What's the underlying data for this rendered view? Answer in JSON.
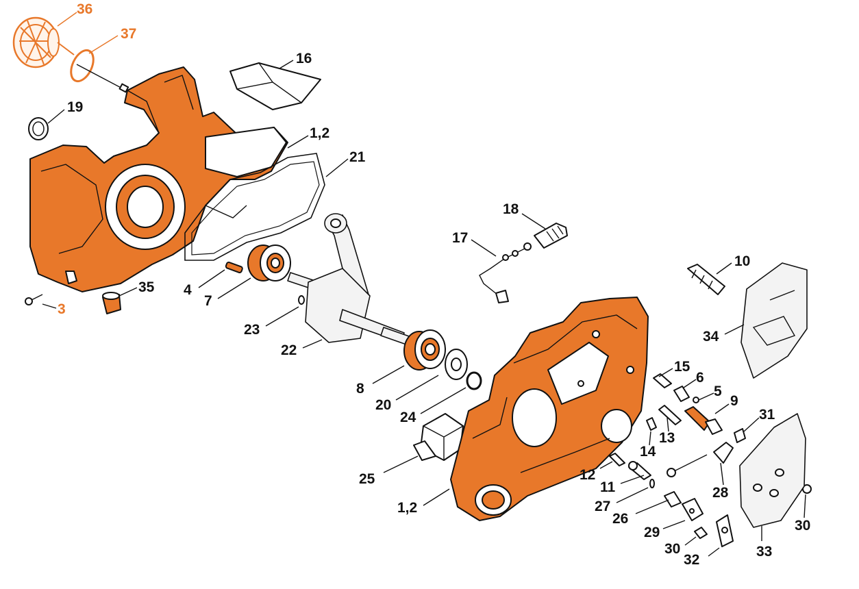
{
  "diagram": {
    "callouts": [
      {
        "id": "c36",
        "text": "36",
        "highlight": true
      },
      {
        "id": "c37",
        "text": "37",
        "highlight": true
      },
      {
        "id": "c16",
        "text": "16"
      },
      {
        "id": "c19",
        "text": "19"
      },
      {
        "id": "c12a",
        "text": "1,2"
      },
      {
        "id": "c21",
        "text": "21"
      },
      {
        "id": "c18",
        "text": "18"
      },
      {
        "id": "c17",
        "text": "17"
      },
      {
        "id": "c10",
        "text": "10"
      },
      {
        "id": "c4",
        "text": "4"
      },
      {
        "id": "c7",
        "text": "7"
      },
      {
        "id": "c35",
        "text": "35"
      },
      {
        "id": "c3",
        "text": "3",
        "highlight": true
      },
      {
        "id": "c23",
        "text": "23"
      },
      {
        "id": "c22",
        "text": "22"
      },
      {
        "id": "c34",
        "text": "34"
      },
      {
        "id": "c8",
        "text": "8"
      },
      {
        "id": "c20",
        "text": "20"
      },
      {
        "id": "c24",
        "text": "24"
      },
      {
        "id": "c15",
        "text": "15"
      },
      {
        "id": "c6",
        "text": "6"
      },
      {
        "id": "c5",
        "text": "5"
      },
      {
        "id": "c9",
        "text": "9"
      },
      {
        "id": "c31",
        "text": "31"
      },
      {
        "id": "c13",
        "text": "13"
      },
      {
        "id": "c14",
        "text": "14"
      },
      {
        "id": "c25",
        "text": "25"
      },
      {
        "id": "c12",
        "text": "12"
      },
      {
        "id": "c11",
        "text": "11"
      },
      {
        "id": "c28",
        "text": "28"
      },
      {
        "id": "c12b",
        "text": "1,2"
      },
      {
        "id": "c27",
        "text": "27"
      },
      {
        "id": "c26",
        "text": "26"
      },
      {
        "id": "c29",
        "text": "29"
      },
      {
        "id": "c30a",
        "text": "30"
      },
      {
        "id": "c30b",
        "text": "30"
      },
      {
        "id": "c32",
        "text": "32"
      },
      {
        "id": "c33",
        "text": "33"
      }
    ],
    "colors": {
      "part_fill": "#e8782a",
      "highlight_label": "#e8782a",
      "outline": "#111111"
    }
  }
}
